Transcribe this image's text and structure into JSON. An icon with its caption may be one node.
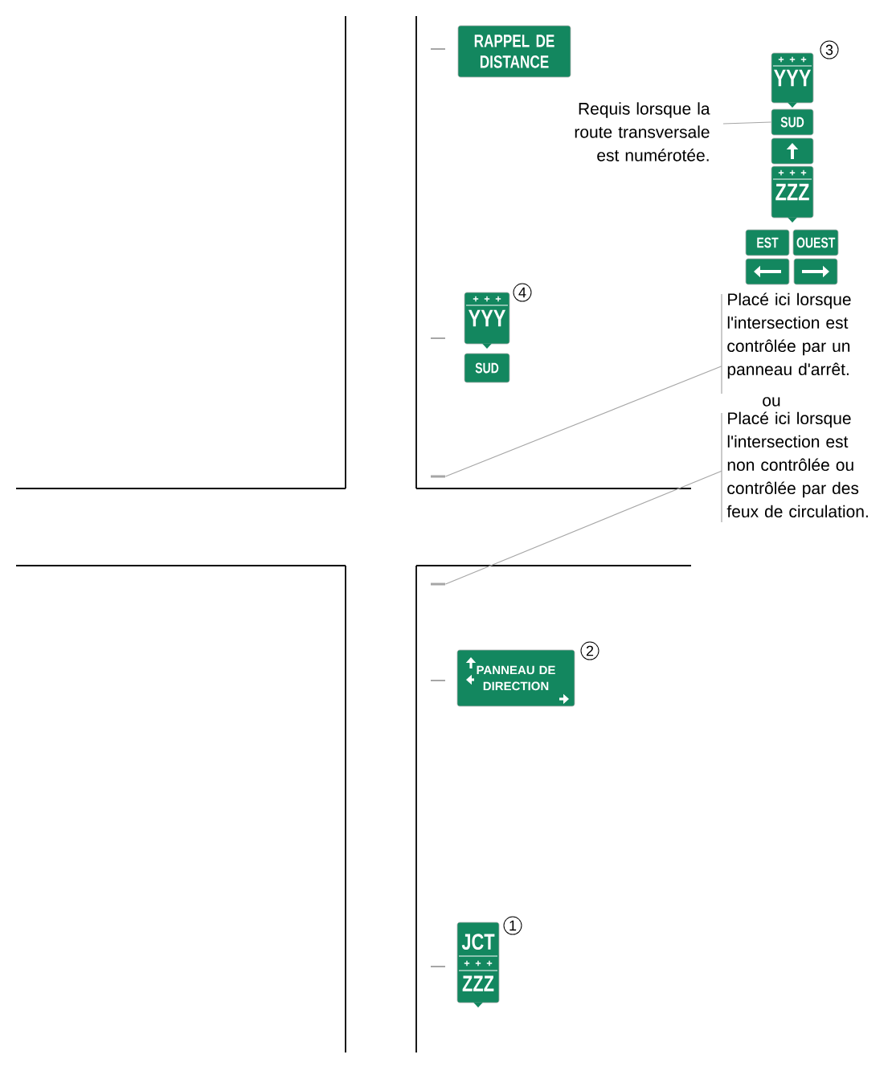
{
  "diagram": {
    "nodes": [
      {
        "text": [
          "RAPPEL DE DISTANCE"
        ]
      },
      {
        "text": [
          "YYY"
        ]
      },
      {
        "text": [
          "SUD"
        ]
      },
      {
        "text": [
          "Requis lorsque la route transversale est numérotée."
        ]
      },
      {
        "text": [
          "ZZZ"
        ]
      },
      {
        "text": [
          "EST"
        ]
      },
      {
        "text": [
          "OUEST"
        ]
      },
      {
        "text": [
          "YYY"
        ]
      },
      {
        "text": [
          "SUD"
        ]
      },
      {
        "text": [
          "Placé ici lorsque l'intersection est contrôlée par un panneau d'arrêt."
        ]
      },
      {
        "text": [],
        "shape": "bar"
      },
      {
        "text": [
          "Placé ici lorsque l'intersection est non contrôlée ou contrôlée par des feux de circulation."
        ]
      },
      {
        "text": [],
        "shape": "bar"
      },
      {
        "text": [
          "PANNEAU DE DIRECTION"
        ]
      },
      {
        "text": [
          "JCT",
          "ZZZ"
        ]
      },
      {
        "text": [],
        "shape": "box"
      },
      {
        "text": [],
        "shape": "box"
      },
      {
        "text": [],
        "shape": "box"
      }
    ],
    "edges": [
      {
        "from": 3,
        "to": 2,
        "arrow": "none"
      },
      {
        "from": 9,
        "to": 10,
        "arrow": "none"
      },
      {
        "from": 11,
        "to": 12,
        "arrow": "none"
      }
    ],
    "labels": [
      "3",
      "4",
      "ou",
      "2",
      "1"
    ]
  }
}
